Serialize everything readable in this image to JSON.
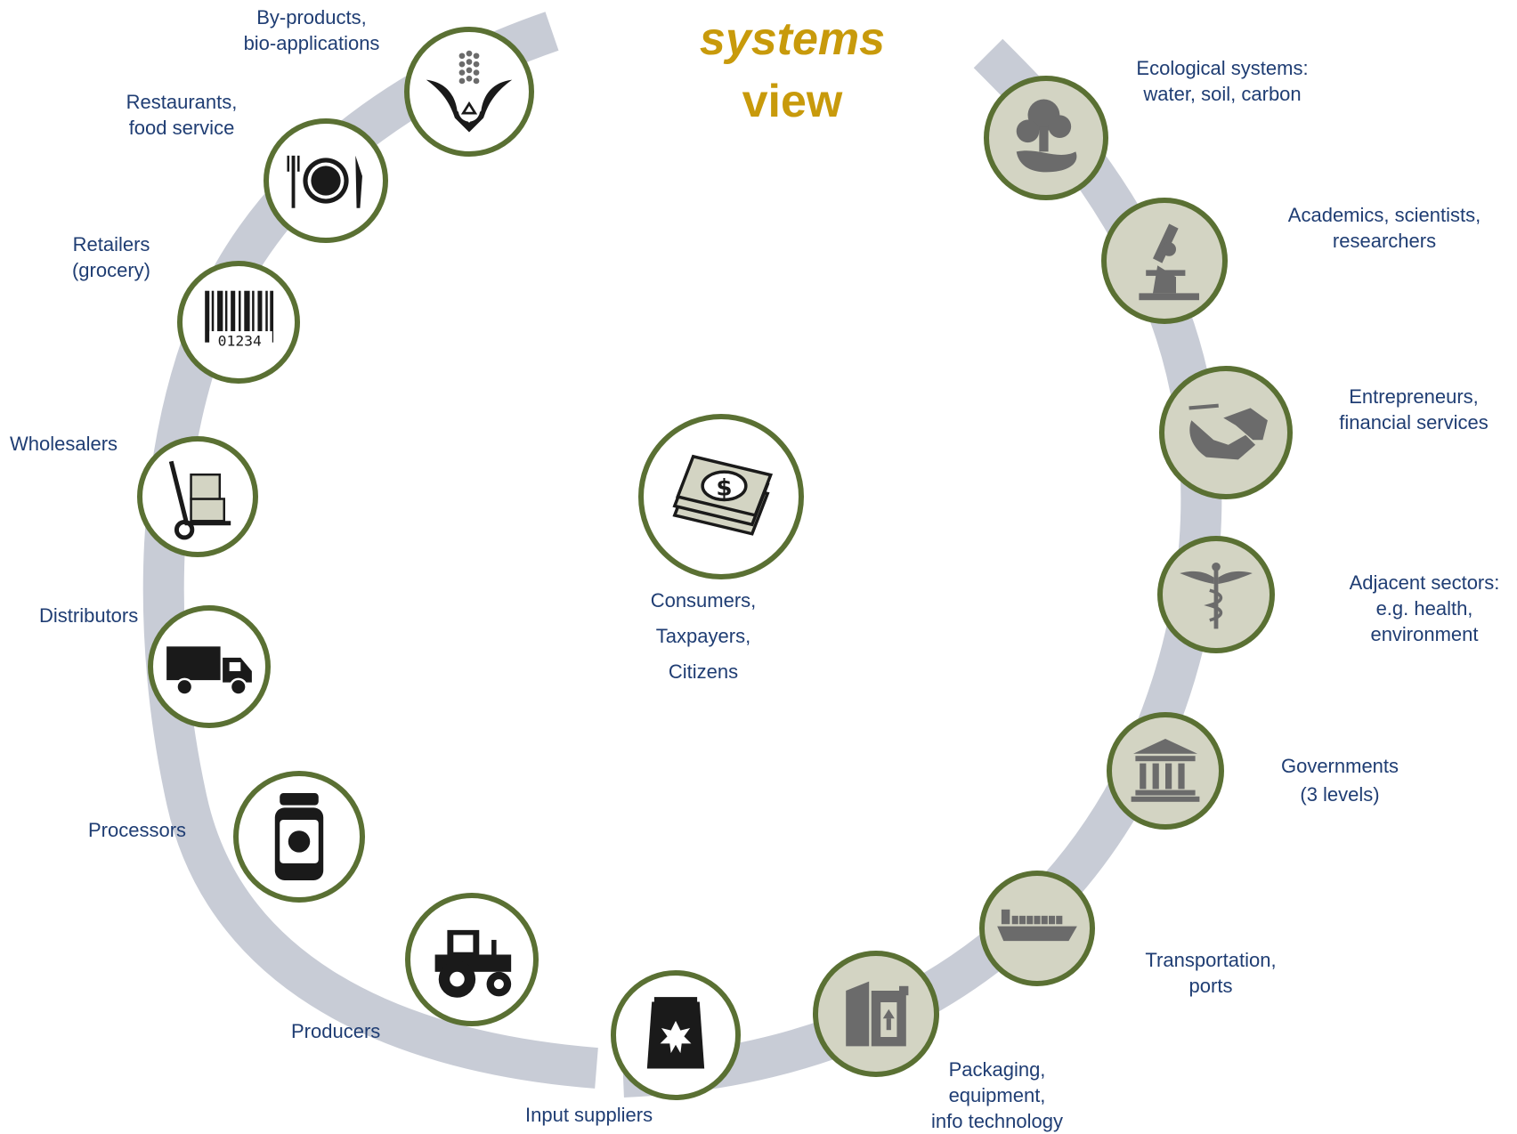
{
  "title": {
    "line1": "systems",
    "line2": "view"
  },
  "center": {
    "lines": [
      "Consumers,",
      "Taxpayers,",
      "Citizens"
    ],
    "icon": "money-icon"
  },
  "left_nodes": [
    {
      "icon": "input-bag-icon",
      "lines": [
        "Input suppliers"
      ]
    },
    {
      "icon": "tractor-icon",
      "lines": [
        "Producers"
      ]
    },
    {
      "icon": "jar-icon",
      "lines": [
        "Processors"
      ]
    },
    {
      "icon": "truck-icon",
      "lines": [
        "Distributors"
      ]
    },
    {
      "icon": "hand-truck-icon",
      "lines": [
        "Wholesalers"
      ]
    },
    {
      "icon": "barcode-icon",
      "lines": [
        "Retailers",
        "(grocery)"
      ],
      "barcode_digits": "01234"
    },
    {
      "icon": "plate-icon",
      "lines": [
        "Restaurants,",
        "food service"
      ]
    },
    {
      "icon": "corn-recycle-icon",
      "lines": [
        "By-products,",
        "bio-applications"
      ]
    }
  ],
  "right_nodes": [
    {
      "icon": "factory-icon",
      "lines": [
        "Packaging,",
        "equipment,",
        "info technology"
      ]
    },
    {
      "icon": "ship-icon",
      "lines": [
        "Transportation,",
        "ports"
      ]
    },
    {
      "icon": "government-icon",
      "lines": [
        "Governments",
        "(3 levels)"
      ]
    },
    {
      "icon": "caduceus-icon",
      "lines": [
        "Adjacent sectors:",
        "e.g. health,",
        "environment"
      ]
    },
    {
      "icon": "handshake-icon",
      "lines": [
        "Entrepreneurs,",
        "financial services"
      ]
    },
    {
      "icon": "microscope-icon",
      "lines": [
        "Academics, scientists,",
        "researchers"
      ]
    },
    {
      "icon": "tree-river-icon",
      "lines": [
        "Ecological systems:",
        "water, soil, carbon"
      ]
    }
  ],
  "colors": {
    "ring": "#5a7033",
    "arrow": "#c8ccd6",
    "label": "#1f3d73",
    "title": "#c89a0b",
    "node_fill_right": "#d3d4c3",
    "icon_dark": "#1a1a1a",
    "icon_grey": "#6b6b6b"
  }
}
